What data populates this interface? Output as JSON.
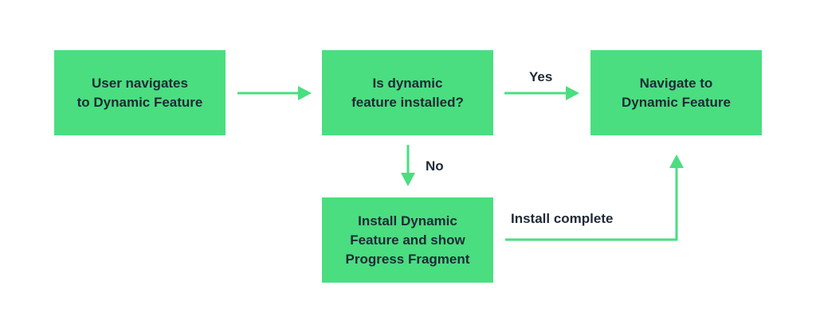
{
  "colors": {
    "node_fill": "#4ade80",
    "arrow": "#4ade80",
    "text": "#1f2937",
    "background": "#ffffff"
  },
  "nodes": {
    "start": {
      "label": "User navigates\nto Dynamic Feature"
    },
    "decision": {
      "label": "Is dynamic\nfeature installed?"
    },
    "navigate": {
      "label": "Navigate to\nDynamic Feature"
    },
    "install": {
      "label": "Install Dynamic\nFeature and show\nProgress Fragment"
    }
  },
  "edges": {
    "yes": {
      "label": "Yes"
    },
    "no": {
      "label": "No"
    },
    "install_complete": {
      "label": "Install complete"
    }
  }
}
